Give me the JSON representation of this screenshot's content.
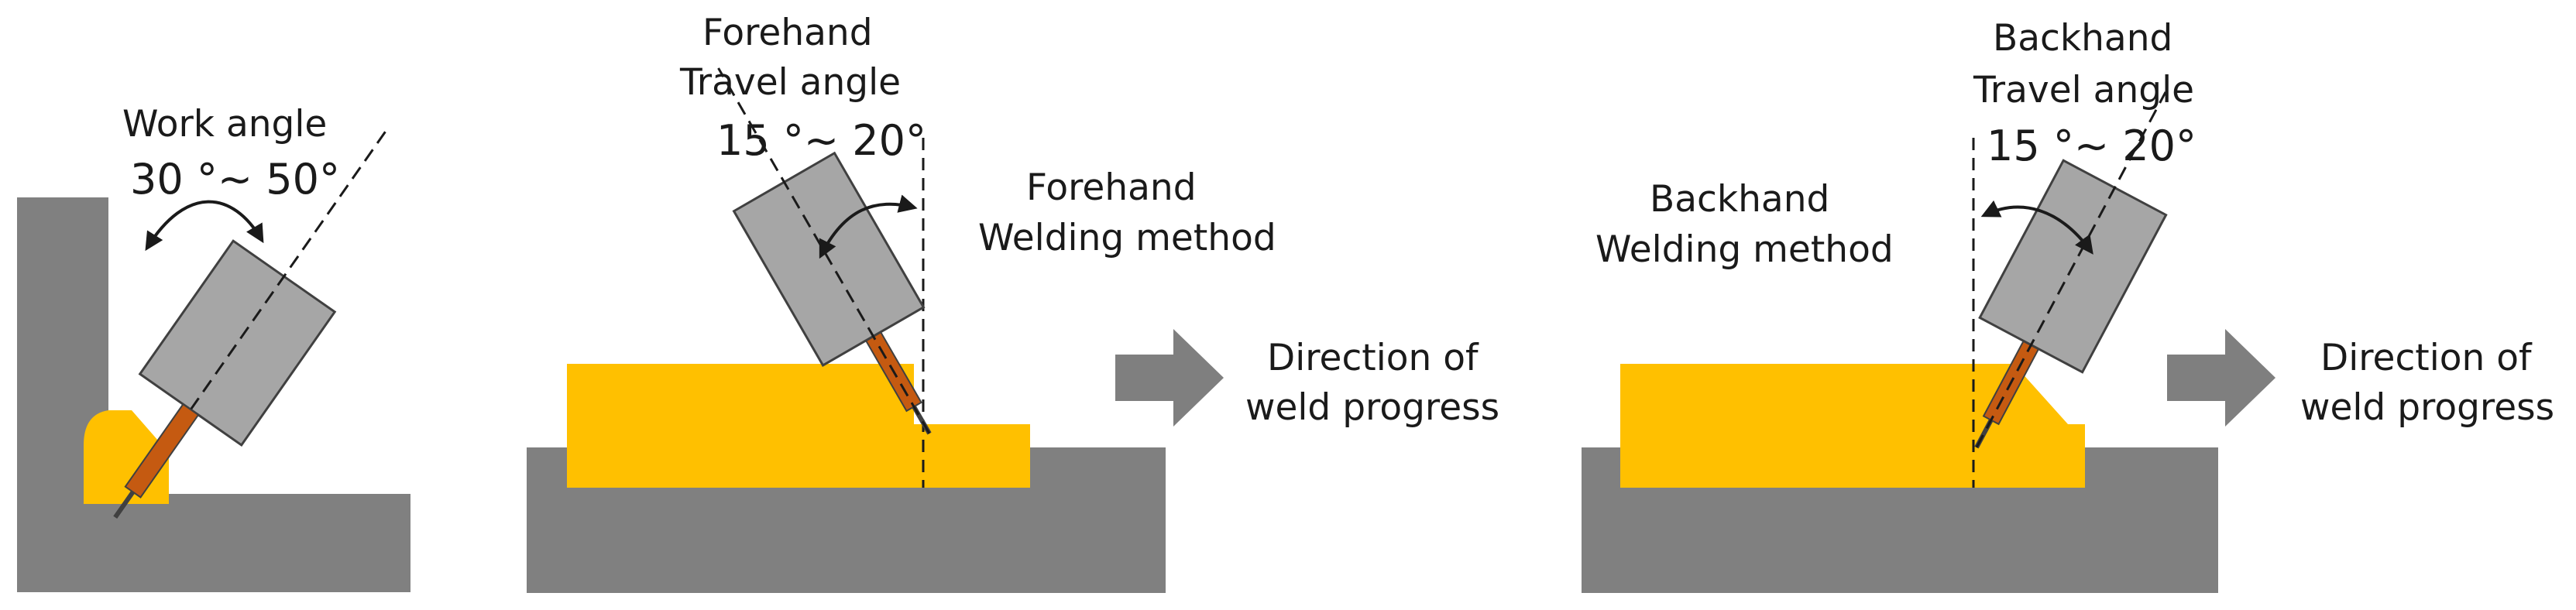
{
  "colors": {
    "plate": "#808080",
    "weld": "#FFC000",
    "torch_body": "#A6A6A6",
    "torch_outline": "#404040",
    "wire": "#C55A11",
    "arrow": "#7F7F7F",
    "text": "#1a1a1a"
  },
  "panel_fillet": {
    "label_line1": "Work angle",
    "label_line2": "30 °~ 50°"
  },
  "panel_forehand": {
    "angle_label_line1": "Forehand",
    "angle_label_line2": "Travel angle",
    "angle_label_line3": "15 °~ 20°",
    "method_label_line1": "Forehand",
    "method_label_line2": "Welding method",
    "direction_line1": "Direction of",
    "direction_line2": "weld progress"
  },
  "panel_backhand": {
    "angle_label_line1": "Backhand",
    "angle_label_line2": "Travel angle",
    "angle_label_line3": "15 °~ 20°",
    "method_label_line1": "Backhand",
    "method_label_line2": "Welding method",
    "direction_line1": "Direction of",
    "direction_line2": "weld progress"
  }
}
